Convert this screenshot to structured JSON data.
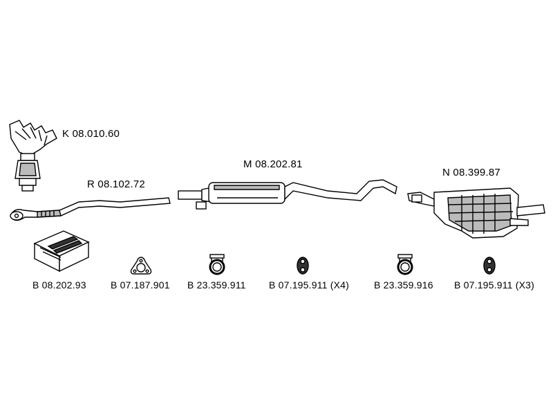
{
  "parts": {
    "manifold": "K 08.010.60",
    "front_pipe": "R 08.102.72",
    "middle_silencer": "M 08.202.81",
    "rear_silencer": "N 08.399.87"
  },
  "accessories": [
    {
      "code": "B 08.202.93",
      "icon": "mounting-kit-box-icon"
    },
    {
      "code": "B 07.187.901",
      "icon": "triangular-gasket-icon"
    },
    {
      "code": "B 23.359.911",
      "icon": "pipe-clamp-icon"
    },
    {
      "code": "B 07.195.911 (X4)",
      "icon": "rubber-hanger-icon"
    },
    {
      "code": "B 23.359.916",
      "icon": "pipe-clamp-icon"
    },
    {
      "code": "B 07.195.911 (X3)",
      "icon": "rubber-hanger-icon"
    }
  ]
}
